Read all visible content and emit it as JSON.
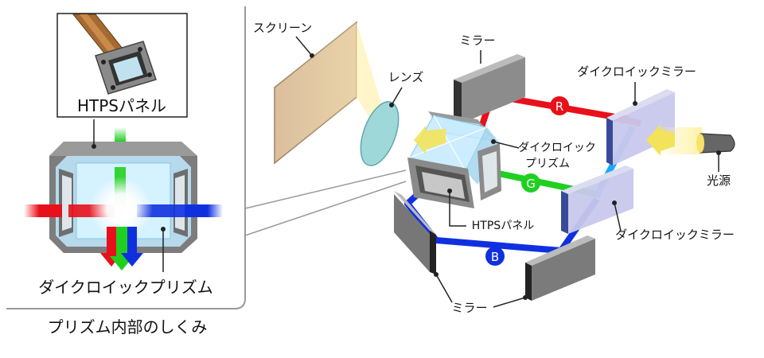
{
  "labels": {
    "screen": "スクリーン",
    "lens": "レンズ",
    "mirror_top": "ミラー",
    "dichroic_mirror_top": "ダイクロイックミラー",
    "light_source": "光源",
    "dichroic_prism_line1": "ダイクロイック",
    "dichroic_prism_line2": "プリズム",
    "htps_panel_small": "HTPSパネル",
    "dichroic_mirror_bottom": "ダイクロイックミラー",
    "mirror_bottom": "ミラー",
    "htps_panel_inset": "HTPSパネル",
    "prism_inset": "ダイクロイックプリズム",
    "prism_inside": "プリズム内部のしくみ"
  },
  "beams": {
    "red": "R",
    "green": "G",
    "blue": "B"
  },
  "colors": {
    "red": "#e8101a",
    "green": "#20d020",
    "blue": "#1030e0",
    "cyan": "#18aaff"
  }
}
